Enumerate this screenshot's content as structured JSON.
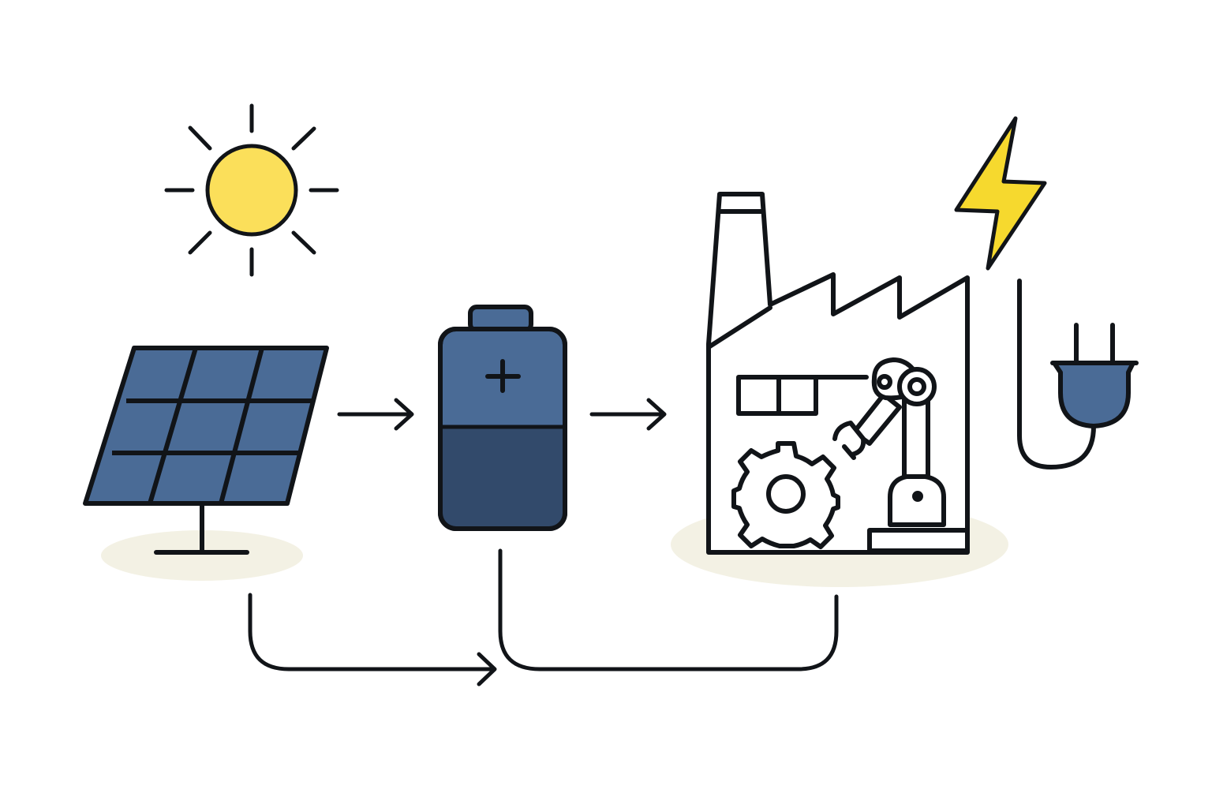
{
  "diagram": {
    "description_nodes": [
      {
        "id": "sun",
        "icon": "sun-icon"
      },
      {
        "id": "solar-panel",
        "icon": "solar-panel-icon"
      },
      {
        "id": "battery",
        "icon": "battery-icon",
        "symbol": "+"
      },
      {
        "id": "factory",
        "icon": "factory-icon"
      },
      {
        "id": "lightning",
        "icon": "lightning-bolt-icon"
      },
      {
        "id": "plug",
        "icon": "power-plug-icon"
      }
    ],
    "edges": [
      {
        "from": "solar-panel",
        "to": "battery",
        "style": "arrow"
      },
      {
        "from": "battery",
        "to": "factory",
        "style": "arrow"
      },
      {
        "from": "solar-panel",
        "to": "grid-junction",
        "style": "arrow"
      },
      {
        "from": "battery",
        "to": "factory",
        "style": "line"
      }
    ]
  },
  "colors": {
    "stroke": "#111418",
    "sun_fill": "#FBDF5A",
    "bolt_fill": "#F6D92E",
    "panel_fill": "#4A6B96",
    "battery_top_fill": "#4A6B96",
    "battery_bottom_fill": "#324A6B",
    "plug_fill": "#4A6B96",
    "ground_shadow": "#F3F1E4",
    "background": "#FFFFFF"
  }
}
